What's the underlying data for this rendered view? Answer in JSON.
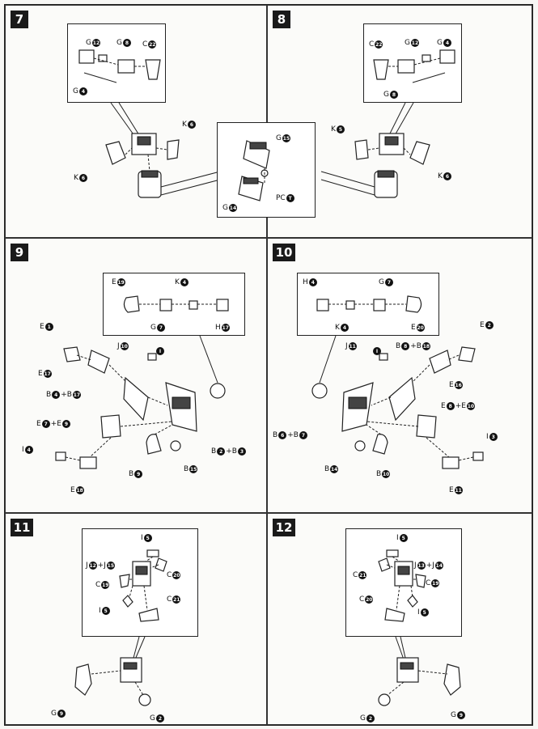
{
  "steps": [
    {
      "number": "7",
      "labels": [
        "G12",
        "G8",
        "C22",
        "G4",
        "K6",
        "K6"
      ]
    },
    {
      "number": "8",
      "labels": [
        "C22",
        "G12",
        "G4",
        "G8",
        "K5",
        "K6"
      ]
    },
    {
      "shared": true,
      "labels": [
        "G15",
        "PC",
        "G14"
      ],
      "pc_number": "T"
    },
    {
      "number": "9",
      "labels": [
        "E19",
        "K4",
        "G7",
        "H17",
        "E1",
        "J10",
        "I",
        "E17",
        "B4+B17",
        "E7+E9",
        "I4",
        "E18",
        "B2+B3",
        "B9",
        "B15"
      ]
    },
    {
      "number": "10",
      "labels": [
        "H4",
        "G7",
        "K4",
        "E20",
        "J11",
        "I",
        "B8+B18",
        "E2",
        "E16",
        "E8+E10",
        "B6+B7",
        "I3",
        "B14",
        "B10",
        "E11"
      ]
    },
    {
      "number": "11",
      "labels": [
        "I5",
        "J12+J15",
        "C20",
        "C19",
        "I5",
        "C21",
        "G9",
        "G2"
      ]
    },
    {
      "number": "12",
      "labels": [
        "I5",
        "C21",
        "J13+J14",
        "C19",
        "C20",
        "I5",
        "G2",
        "G9"
      ]
    }
  ]
}
